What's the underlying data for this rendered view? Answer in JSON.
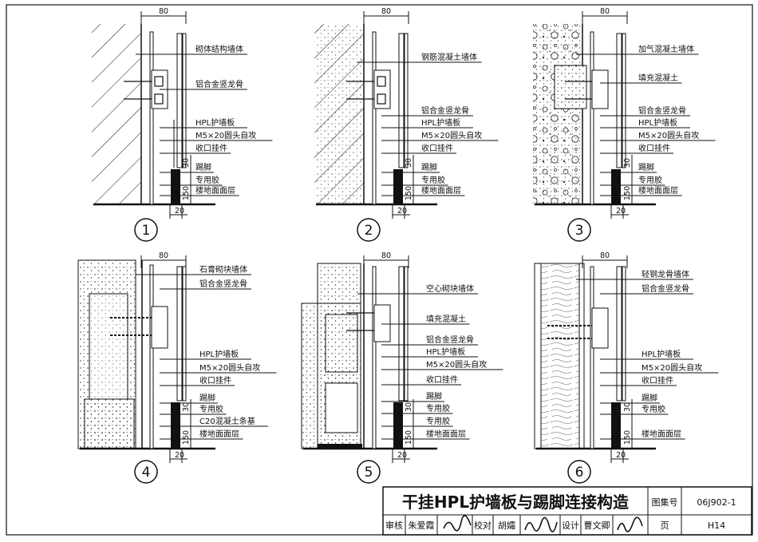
{
  "panels": [
    {
      "number": "1",
      "dims": {
        "top": "80",
        "bottom": "20",
        "h150": "150",
        "h30": "30"
      },
      "labels": [
        "砌体结构墙体",
        "铝合金竖龙骨",
        "HPL护墙板",
        "M5×20圆头自攻",
        "收口挂件",
        "踢脚",
        "专用胶",
        "楼地面面层"
      ]
    },
    {
      "number": "2",
      "dims": {
        "top": "80",
        "bottom": "20",
        "h150": "150",
        "h30": "30"
      },
      "labels": [
        "钢筋混凝土墙体",
        "铝合金竖龙骨",
        "HPL护墙板",
        "M5×20圆头自攻",
        "收口挂件",
        "踢脚",
        "专用胶",
        "楼地面面层"
      ]
    },
    {
      "number": "3",
      "dims": {
        "top": "80",
        "bottom": "20",
        "h150": "150",
        "h30": "30"
      },
      "labels": [
        "加气混凝土墙体",
        "填充混凝土",
        "铝合金竖龙骨",
        "HPL护墙板",
        "M5×20圆头自攻",
        "收口挂件",
        "踢脚",
        "专用胶",
        "楼地面面层"
      ]
    },
    {
      "number": "4",
      "dims": {
        "top": "80",
        "bottom": "20",
        "h150": "150",
        "h30": "30"
      },
      "labels": [
        "石膏砌块墙体",
        "铝合金竖龙骨",
        "HPL护墙板",
        "M5×20圆头自攻",
        "收口挂件",
        "踢脚",
        "专用胶",
        "C20混凝土条基",
        "楼地面面层"
      ]
    },
    {
      "number": "5",
      "dims": {
        "top": "80",
        "bottom": "20",
        "h150": "150",
        "h30": "30"
      },
      "labels": [
        "空心砌块墙体",
        "填充混凝土",
        "铝合金竖龙骨",
        "HPL护墙板",
        "M5×20圆头自攻",
        "收口挂件",
        "踢脚",
        "专用胶",
        "专用胶",
        "楼地面面层"
      ]
    },
    {
      "number": "6",
      "dims": {
        "top": "80",
        "bottom": "20",
        "h150": "150",
        "h30": "30"
      },
      "labels": [
        "轻钢龙骨墙体",
        "铝合金竖龙骨",
        "HPL护墙板",
        "M5×20圆头自攻",
        "收口挂件",
        "踢脚",
        "专用胶",
        "楼地面面层"
      ]
    }
  ],
  "title_block": {
    "title": "干挂HPL护墙板与踢脚连接构造",
    "atlas_label": "图集号",
    "atlas_no": "06J902-1",
    "review_label": "审核",
    "reviewer": "朱爱霞",
    "check_label": "校对",
    "checker": "胡孀",
    "design_label": "设计",
    "designer": "曹文卿",
    "page_label": "页",
    "page_no": "H14"
  }
}
